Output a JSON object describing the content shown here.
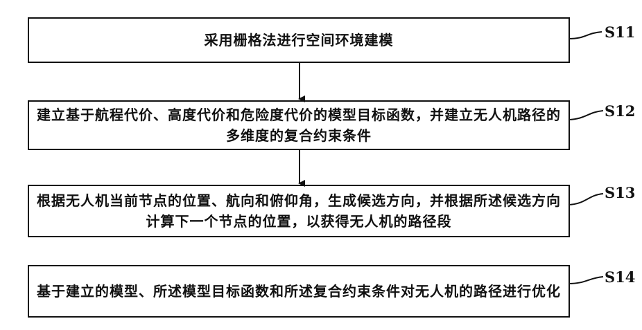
{
  "steps": [
    {
      "id": "S11",
      "text": "采用栅格法进行空间环境建模"
    },
    {
      "id": "S12",
      "text": "建立基于航程代价、高度代价和危险度代价的模型目标函数，并建立无人机路径的多维度的复合约束条件"
    },
    {
      "id": "S13",
      "text": "根据无人机当前节点的位置、航向和俯仰角，生成候选方向，并根据所述候选方向计算下一个节点的位置，以获得无人机的路径段"
    },
    {
      "id": "S14",
      "text": "基于建立的模型、所述模型目标函数和所述复合约束条件对无人机的路径进行优化"
    }
  ]
}
